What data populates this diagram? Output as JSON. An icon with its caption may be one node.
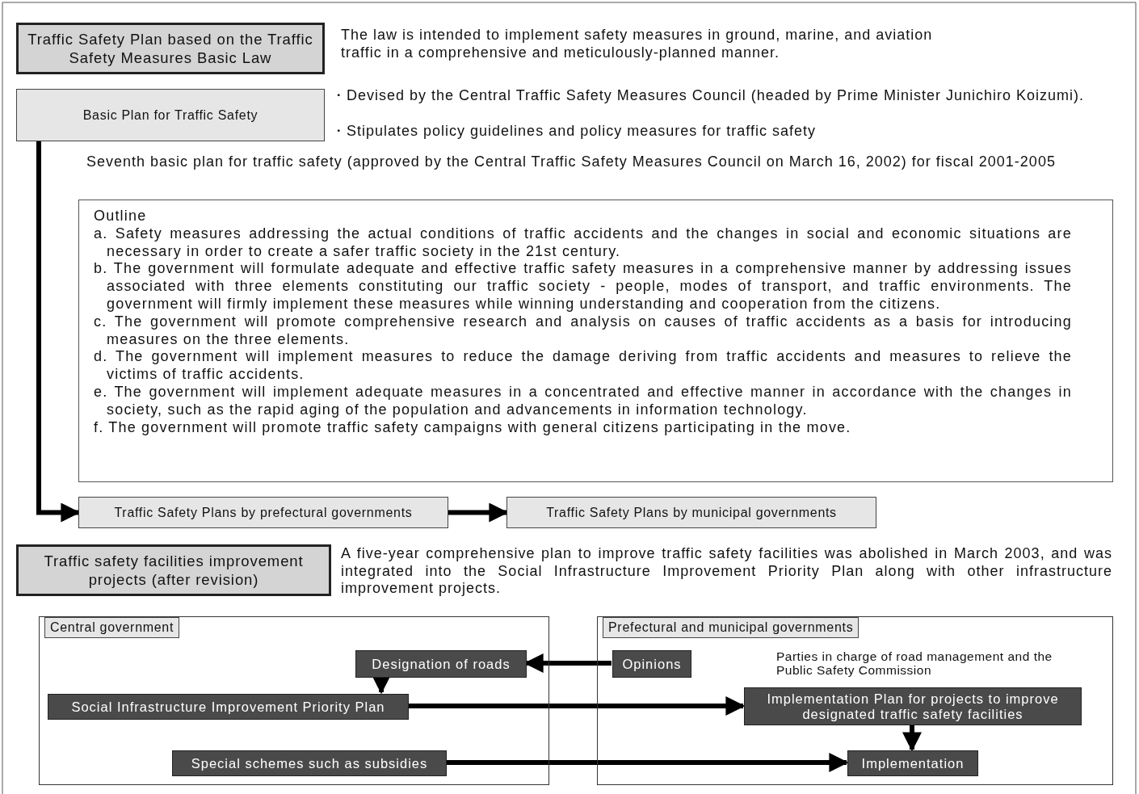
{
  "diagram": {
    "nodes": [
      {
        "text": [
          "Traffic Safety Plan based on the Traffic Safety Measures Basic Law"
        ],
        "beside": [
          "The law is intended to implement safety measures in ground, marine, and aviation traffic in a comprehensive and meticulously-planned manner."
        ]
      },
      {
        "text": [
          "Basic Plan for Traffic Safety"
        ],
        "beside": [
          "・Devised by the Central Traffic Safety Measures Council (headed by Prime Minister Junichiro Koizumi).",
          "・Stipulates policy guidelines and policy measures for traffic safety"
        ]
      },
      {
        "text": [
          "Outline",
          "a. Safety measures addressing the actual conditions of traffic accidents and the changes in social and economic situations are necessary in order to create a safer traffic society in the 21st century.",
          "b. The government will formulate adequate and effective traffic safety measures in a comprehensive manner by addressing issues associated with three elements constituting our traffic society - people, modes of transport, and traffic environments. The government will firmly implement these measures while winning understanding and cooperation from the citizens.",
          "c. The government will promote comprehensive research and analysis on causes of traffic accidents as a basis for introducing measures on the three elements.",
          "d. The government will implement measures to reduce the damage deriving from traffic accidents and measures to relieve the victims of traffic accidents.",
          "e. The government will implement adequate measures in a concentrated and effective manner in accordance with the changes in society, such as the rapid aging of the population and advancements in information technology.",
          "f. The government will promote traffic safety campaigns with general citizens participating in the move."
        ]
      },
      {
        "text": [
          "Traffic Safety Plans by prefectural governments"
        ]
      },
      {
        "text": [
          "Traffic Safety Plans by municipal governments"
        ]
      },
      {
        "text": [
          "Traffic safety facilities improvement projects (after revision)"
        ],
        "beside": [
          "A five-year comprehensive plan to improve traffic safety facilities was abolished in March 2003, and was integrated into the Social Infrastructure Improvement Priority Plan along with other infrastructure improvement projects."
        ]
      },
      {
        "text": [
          "Central government"
        ]
      },
      {
        "text": [
          "Prefectural and municipal governments",
          "Parties in charge of road management and the Public Safety Commission"
        ]
      },
      {
        "text": [
          "Designation of roads"
        ],
        "in": 6
      },
      {
        "text": [
          "Opinions"
        ],
        "in": 7
      },
      {
        "text": [
          "Social Infrastructure Improvement Priority Plan"
        ],
        "in": 6
      },
      {
        "text": [
          "Implementation Plan for projects to improve designated traffic safety facilities"
        ],
        "in": 7
      },
      {
        "text": [
          "Special schemes such as subsidies"
        ],
        "in": 6
      },
      {
        "text": [
          "Implementation"
        ],
        "in": 7
      }
    ],
    "edges": [
      {
        "from": 1,
        "to": 3,
        "arrow": "to"
      },
      {
        "from": 3,
        "to": 4,
        "arrow": "to"
      },
      {
        "from": 9,
        "to": 8,
        "arrow": "to"
      },
      {
        "from": 8,
        "to": 10,
        "arrow": "to"
      },
      {
        "from": 10,
        "to": 11,
        "arrow": "to"
      },
      {
        "from": 11,
        "to": 13,
        "arrow": "to"
      },
      {
        "from": 12,
        "to": 13,
        "arrow": "to"
      }
    ],
    "labels": [
      "Seventh basic plan for traffic safety (approved by the Central Traffic Safety Measures Council on March 16, 2002) for fiscal 2001-2005"
    ]
  }
}
